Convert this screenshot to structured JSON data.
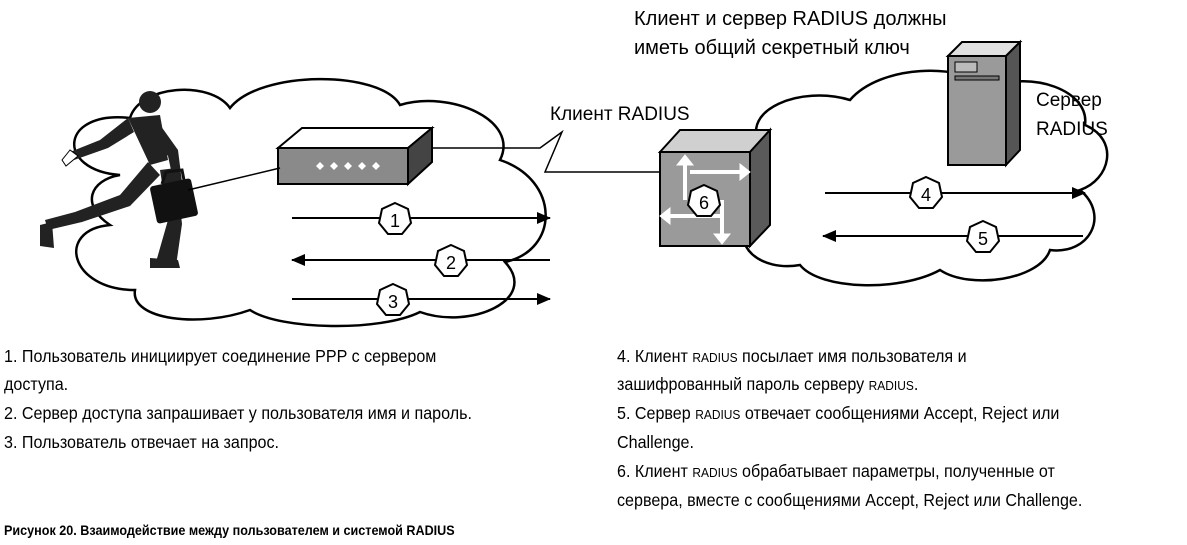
{
  "diagram": {
    "shared_key_note_line1": "Клиент и сервер RADIUS должны",
    "shared_key_note_line2": "иметь общий секретный ключ",
    "radius_client_label": "Клиент RADIUS",
    "radius_server_label_line1": "Сервер",
    "radius_server_label_line2": "RADIUS",
    "step_markers": [
      "1",
      "2",
      "3",
      "4",
      "5",
      "6"
    ]
  },
  "left_steps": {
    "step1_line1": "1. Пользователь инициирует соединение PPP с сервером",
    "step1_line2": "доступа.",
    "step2": "2. Сервер доступа запрашивает у пользователя имя и пароль.",
    "step3": "3. Пользователь отвечает на запрос."
  },
  "right_steps": {
    "step4_a": "4. Клиент ",
    "step4_radius": "RADIUS",
    "step4_b": " посылает имя пользователя и",
    "step4_line2_a": "зашифрованный пароль серверу ",
    "step4_line2_radius": "RADIUS",
    "step4_line2_b": ".",
    "step5_a": "5. Сервер ",
    "step5_radius": "RADIUS",
    "step5_b": " отвечает сообщениями Accept, Reject или",
    "step5_line2": "Challenge.",
    "step6_a": "6. Клиент ",
    "step6_radius": "RADIUS",
    "step6_b": " обрабатывает параметры, полученные от",
    "step6_line2": "сервера, вместе с сообщениями Accept, Reject или Challenge."
  },
  "figure_caption": "Рисунок 20. Взаимодействие между пользователем и системой RADIUS"
}
